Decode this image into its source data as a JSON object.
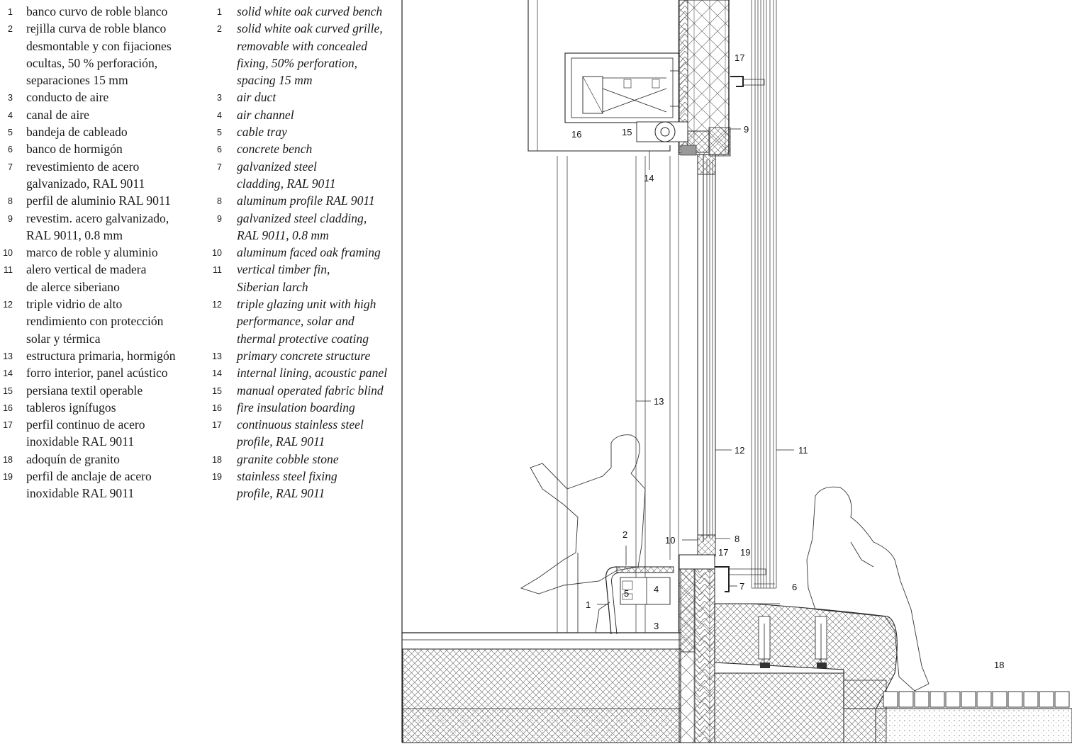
{
  "legend_es": [
    {
      "n": "1",
      "text": "banco curvo de roble blanco"
    },
    {
      "n": "2",
      "text": "rejilla curva de roble blanco\ndesmontable y con fijaciones\nocultas, 50 % perforación,\nseparaciones 15 mm"
    },
    {
      "n": "3",
      "text": "conducto de aire"
    },
    {
      "n": "4",
      "text": "canal de aire"
    },
    {
      "n": "5",
      "text": "bandeja de cableado"
    },
    {
      "n": "6",
      "text": "banco de hormigón"
    },
    {
      "n": "7",
      "text": "revestimiento de acero\ngalvanizado, RAL 9011"
    },
    {
      "n": "8",
      "text": "perfil de aluminio RAL 9011"
    },
    {
      "n": "9",
      "text": "revestim. acero galvanizado,\nRAL 9011, 0.8 mm"
    },
    {
      "n": "10",
      "text": "marco de roble y aluminio"
    },
    {
      "n": "11",
      "text": "alero vertical de madera\nde alerce siberiano"
    },
    {
      "n": "12",
      "text": "triple vidrio de alto\nrendimiento con protección\nsolar y térmica"
    },
    {
      "n": "13",
      "text": "estructura primaria, hormigón"
    },
    {
      "n": "14",
      "text": "forro interior, panel acústico"
    },
    {
      "n": "15",
      "text": "persiana textil operable"
    },
    {
      "n": "16",
      "text": "tableros ignífugos"
    },
    {
      "n": "17",
      "text": "perfil continuo de acero\ninoxidable RAL 9011"
    },
    {
      "n": "18",
      "text": "adoquín de granito"
    },
    {
      "n": "19",
      "text": "perfil de anclaje de acero\ninoxidable RAL 9011"
    }
  ],
  "legend_en": [
    {
      "n": "1",
      "text": "solid white oak curved bench"
    },
    {
      "n": "2",
      "text": "solid white oak curved grille,\nremovable with concealed\nfixing, 50% perforation,\nspacing 15 mm"
    },
    {
      "n": "3",
      "text": "air duct"
    },
    {
      "n": "4",
      "text": "air channel"
    },
    {
      "n": "5",
      "text": "cable tray"
    },
    {
      "n": "6",
      "text": "concrete bench"
    },
    {
      "n": "7",
      "text": "galvanized steel\ncladding, RAL 9011"
    },
    {
      "n": "8",
      "text": "aluminum profile RAL 9011"
    },
    {
      "n": "9",
      "text": "galvanized steel cladding,\nRAL 9011, 0.8 mm"
    },
    {
      "n": "10",
      "text": "aluminum faced oak framing"
    },
    {
      "n": "11",
      "text": "vertical timber fin,\nSiberian larch"
    },
    {
      "n": "12",
      "text": "triple glazing unit with high\nperformance, solar and\nthermal protective coating"
    },
    {
      "n": "13",
      "text": "primary concrete structure"
    },
    {
      "n": "14",
      "text": "internal lining, acoustic panel"
    },
    {
      "n": "15",
      "text": "manual operated fabric blind"
    },
    {
      "n": "16",
      "text": "fire insulation boarding"
    },
    {
      "n": "17",
      "text": "continuous stainless steel\nprofile, RAL 9011"
    },
    {
      "n": "18",
      "text": "granite cobble stone"
    },
    {
      "n": "19",
      "text": "stainless steel fixing\nprofile, RAL 9011"
    }
  ],
  "callouts": {
    "c1": "1",
    "c2": "2",
    "c3": "3",
    "c4": "4",
    "c5": "5",
    "c6": "6",
    "c7": "7",
    "c8": "8",
    "c9": "9",
    "c10": "10",
    "c11": "11",
    "c12": "12",
    "c13": "13",
    "c14": "14",
    "c15": "15",
    "c16": "16",
    "c17a": "17",
    "c17b": "17",
    "c18": "18",
    "c19": "19"
  }
}
